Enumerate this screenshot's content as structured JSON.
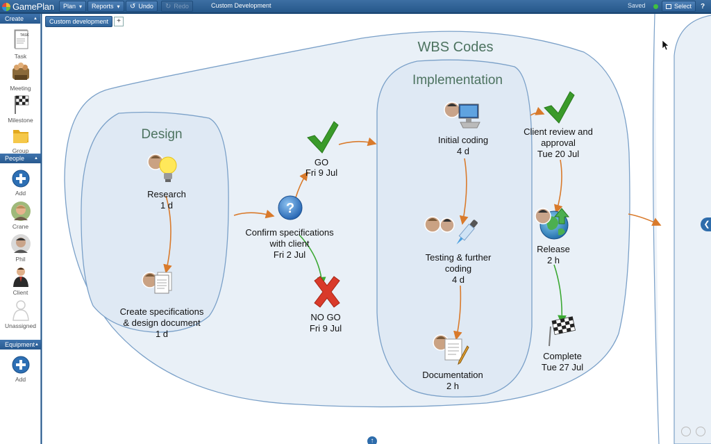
{
  "toolbar": {
    "app_name": "GamePlan",
    "plan_label": "Plan",
    "reports_label": "Reports",
    "undo_label": "Undo",
    "redo_label": "Redo",
    "document_title": "Custom Development",
    "status": "Saved",
    "select_label": "Select",
    "help_label": "?"
  },
  "sidebar": {
    "create_header": "Create",
    "create_items": [
      {
        "label": "Task",
        "icon": "task-icon"
      },
      {
        "label": "Meeting",
        "icon": "meeting-icon"
      },
      {
        "label": "Milestone",
        "icon": "milestone-flag-icon"
      },
      {
        "label": "Group",
        "icon": "folder-icon"
      }
    ],
    "people_header": "People",
    "people_items": [
      {
        "label": "Add",
        "icon": "add-icon"
      },
      {
        "label": "Crane",
        "icon": "avatar-crane"
      },
      {
        "label": "Phil",
        "icon": "avatar-phil"
      },
      {
        "label": "Client",
        "icon": "avatar-client"
      },
      {
        "label": "Unassigned",
        "icon": "avatar-unassigned"
      }
    ],
    "equipment_header": "Equipment",
    "equipment_items": [
      {
        "label": "Add",
        "icon": "add-icon"
      }
    ]
  },
  "tabs": {
    "active": "Custom development",
    "add_label": "+"
  },
  "groups": {
    "wbs": "WBS Codes",
    "design": "Design",
    "implementation": "Implementation"
  },
  "nodes": {
    "research": {
      "name": "Research",
      "duration": "1 d"
    },
    "create_specs": {
      "line1": "Create specifications",
      "line2": "& design document",
      "duration": "1 d"
    },
    "confirm": {
      "line1": "Confirm specifications",
      "line2": "with client",
      "date": "Fri 2 Jul"
    },
    "go": {
      "name": "GO",
      "date": "Fri 9 Jul"
    },
    "nogo": {
      "name": "NO GO",
      "date": "Fri 9 Jul"
    },
    "initial_coding": {
      "name": "Initial coding",
      "duration": "4 d"
    },
    "testing": {
      "line1": "Testing & further",
      "line2": "coding",
      "duration": "4 d"
    },
    "documentation": {
      "name": "Documentation",
      "duration": "2 h"
    },
    "client_review": {
      "line1": "Client review and",
      "line2": "approval",
      "date": "Tue 20 Jul"
    },
    "release": {
      "name": "Release",
      "duration": "2 h"
    },
    "complete": {
      "name": "Complete",
      "date": "Tue 27 Jul"
    }
  },
  "colors": {
    "toolbar": "#2f629a",
    "group_fill": "#e9f0f7",
    "group_stroke": "#7aa0c8",
    "arrow_orange": "#d97a2b",
    "arrow_green": "#3aa832",
    "check_green": "#3a9a2a",
    "cross_red": "#d93a2a"
  }
}
